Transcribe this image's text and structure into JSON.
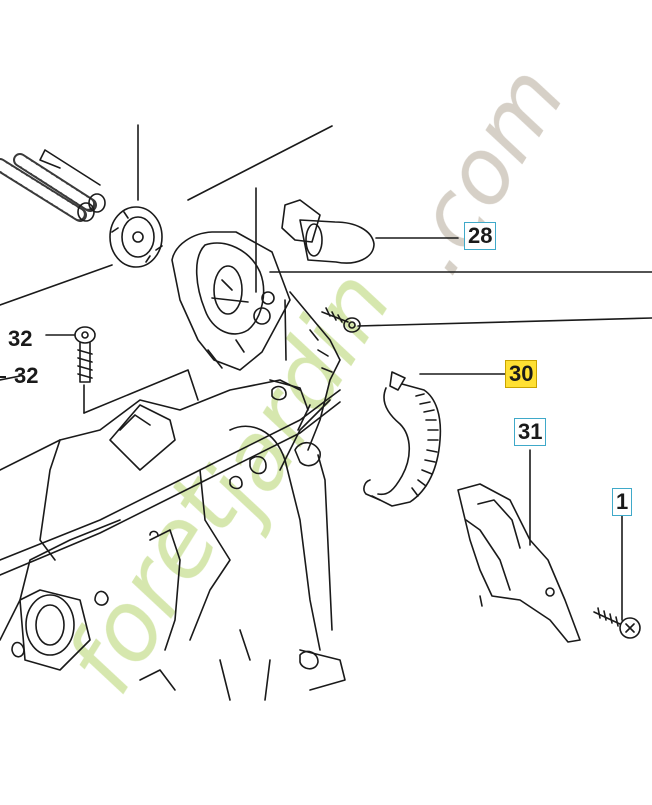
{
  "callouts": {
    "c28": "28",
    "c30": "30",
    "c31": "31",
    "c1": "1",
    "c32a": "32",
    "c32b": "32"
  },
  "watermark": {
    "text_foret": "foret",
    "text_jardin": "jardin",
    "text_com": ".com",
    "color_green": "#cfe3a0",
    "color_orange": "#f5c27a",
    "color_gray": "#cfc8bd"
  },
  "colors": {
    "line": "#1a1a1a",
    "box_border": "#3fa9c9",
    "highlight": "#ffe033"
  }
}
